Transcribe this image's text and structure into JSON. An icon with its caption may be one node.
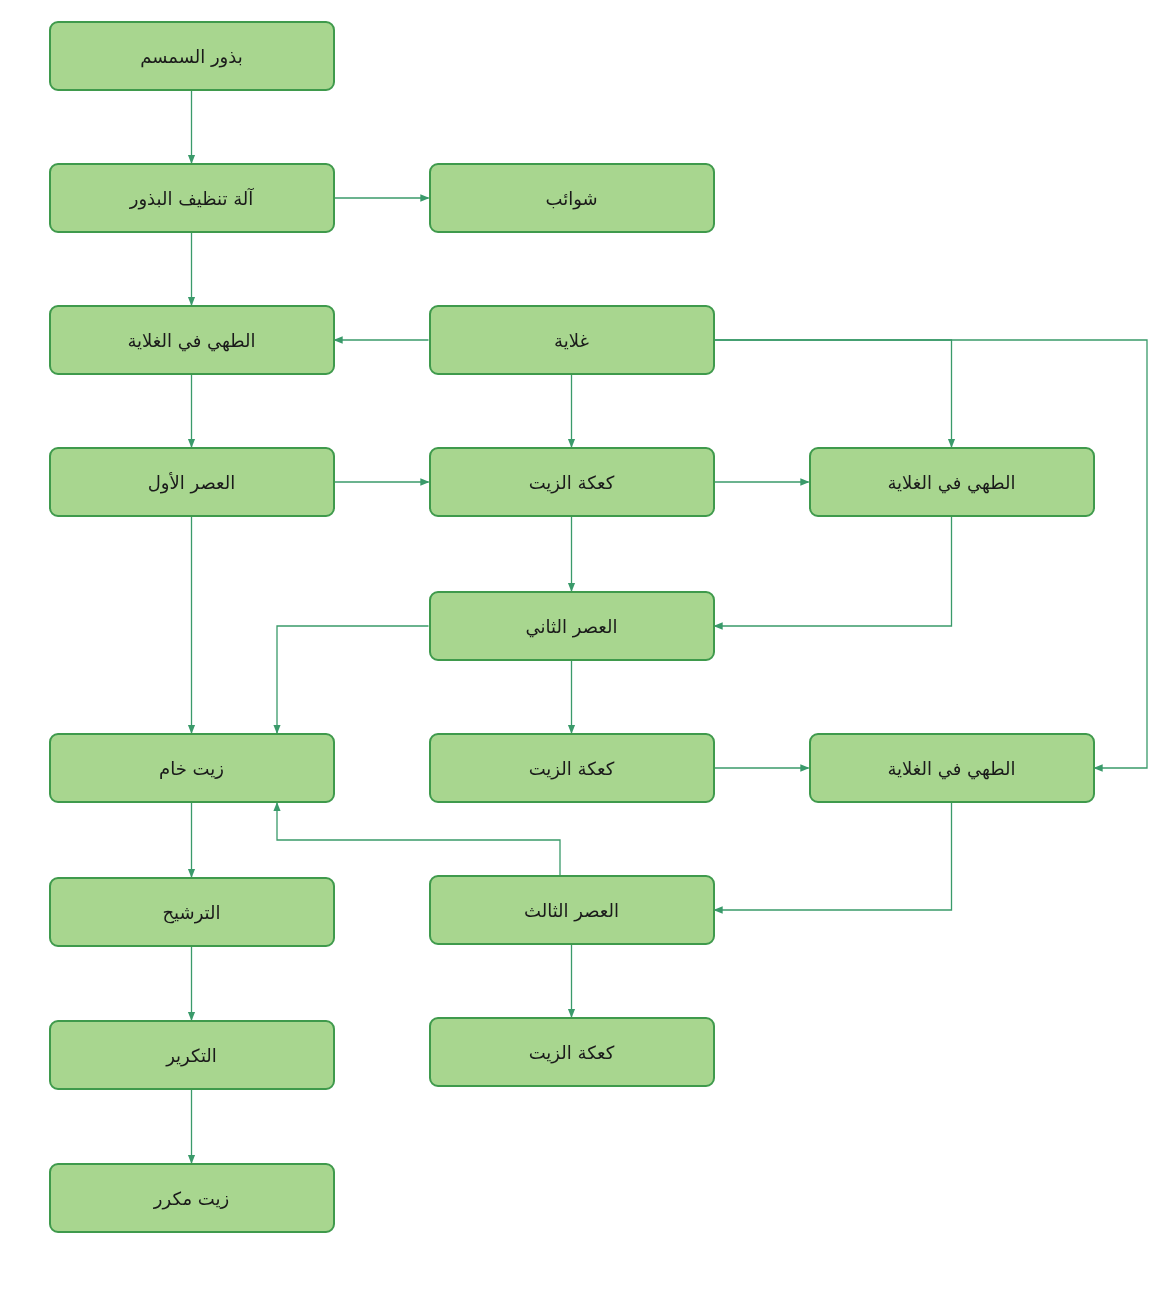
{
  "diagram": {
    "nodes": [
      {
        "text": [
          "بذور السمسم"
        ]
      },
      {
        "text": [
          "آلة تنظيف البذور"
        ]
      },
      {
        "text": [
          "شوائب"
        ]
      },
      {
        "text": [
          "الطهي في الغلاية"
        ]
      },
      {
        "text": [
          "غلاية"
        ]
      },
      {
        "text": [
          "العصر الأول"
        ]
      },
      {
        "text": [
          "كعكة الزيت"
        ]
      },
      {
        "text": [
          "الطهي في الغلاية"
        ]
      },
      {
        "text": [
          "العصر الثاني"
        ]
      },
      {
        "text": [
          "زيت خام"
        ]
      },
      {
        "text": [
          "كعكة الزيت"
        ]
      },
      {
        "text": [
          "الطهي في الغلاية"
        ]
      },
      {
        "text": [
          "الترشيح"
        ]
      },
      {
        "text": [
          "العصر الثالث"
        ]
      },
      {
        "text": [
          "التكرير"
        ]
      },
      {
        "text": [
          "كعكة الزيت"
        ]
      },
      {
        "text": [
          "زيت مكرر"
        ]
      }
    ],
    "edges": [
      {
        "from": 0,
        "to": 1,
        "arrow": "to"
      },
      {
        "from": 1,
        "to": 2,
        "arrow": "to"
      },
      {
        "from": 1,
        "to": 3,
        "arrow": "to"
      },
      {
        "from": 4,
        "to": 3,
        "arrow": "to"
      },
      {
        "from": 4,
        "to": 6,
        "arrow": "to"
      },
      {
        "from": 4,
        "to": 7,
        "arrow": "to"
      },
      {
        "from": 4,
        "to": 11,
        "arrow": "to"
      },
      {
        "from": 3,
        "to": 5,
        "arrow": "to"
      },
      {
        "from": 5,
        "to": 6,
        "arrow": "to"
      },
      {
        "from": 5,
        "to": 9,
        "arrow": "to"
      },
      {
        "from": 6,
        "to": 7,
        "arrow": "to"
      },
      {
        "from": 6,
        "to": 8,
        "arrow": "to"
      },
      {
        "from": 7,
        "to": 8,
        "arrow": "to"
      },
      {
        "from": 8,
        "to": 9,
        "arrow": "to"
      },
      {
        "from": 8,
        "to": 10,
        "arrow": "to"
      },
      {
        "from": 10,
        "to": 11,
        "arrow": "to"
      },
      {
        "from": 11,
        "to": 13,
        "arrow": "to"
      },
      {
        "from": 13,
        "to": 9,
        "arrow": "to"
      },
      {
        "from": 13,
        "to": 15,
        "arrow": "to"
      },
      {
        "from": 9,
        "to": 12,
        "arrow": "to"
      },
      {
        "from": 12,
        "to": 14,
        "arrow": "to"
      },
      {
        "from": 14,
        "to": 16,
        "arrow": "to"
      }
    ]
  }
}
